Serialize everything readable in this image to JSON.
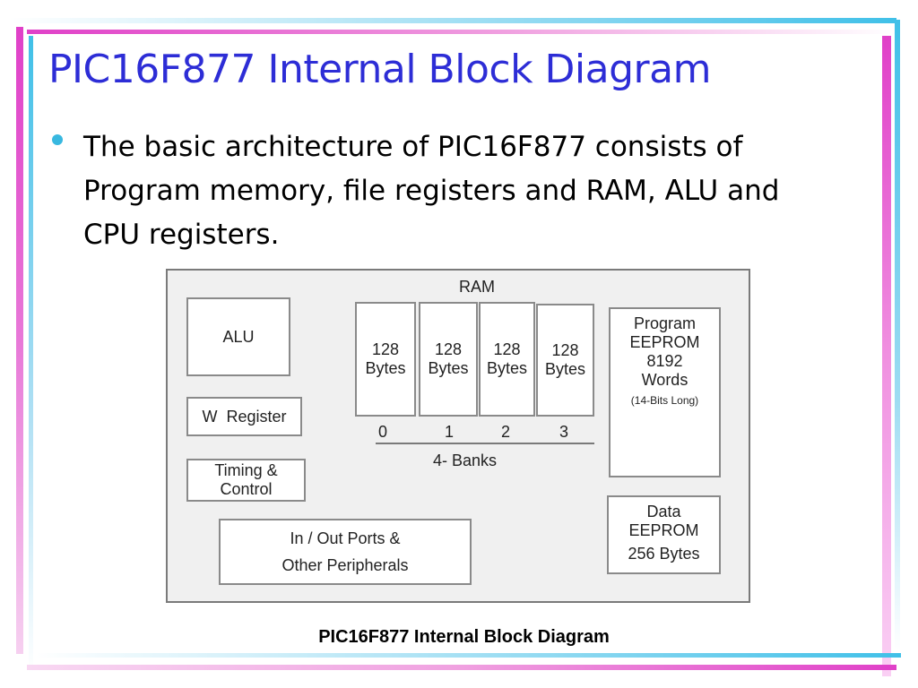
{
  "slide": {
    "title": "PIC16F877 Internal Block Diagram",
    "bullet": "The basic architecture of PIC16F877 consists of Program memory, file registers and RAM, ALU and CPU registers.",
    "caption": "PIC16F877 Internal Block Diagram"
  },
  "diagram": {
    "alu": "ALU",
    "w_register": "W  Register",
    "timing_control": [
      "Timing &",
      "Control"
    ],
    "io_ports": [
      "In / Out Ports &",
      "Other Peripherals"
    ],
    "ram_label": "RAM",
    "banks": [
      {
        "size": "128",
        "unit": "Bytes",
        "index": "0"
      },
      {
        "size": "128",
        "unit": "Bytes",
        "index": "1"
      },
      {
        "size": "128",
        "unit": "Bytes",
        "index": "2"
      },
      {
        "size": "128",
        "unit": "Bytes",
        "index": "3"
      }
    ],
    "banks_label": "4- Banks",
    "program_eeprom": [
      "Program",
      "EEPROM",
      "8192",
      "Words"
    ],
    "program_eeprom_note": "(14-Bits Long)",
    "data_eeprom": [
      "Data",
      "EEPROM",
      "256 Bytes"
    ]
  },
  "colors": {
    "title": "#2d2dd6",
    "bullet": "#38b8e0",
    "magenta_bar": "#e040c8",
    "cyan_bar": "#40c0e8"
  }
}
